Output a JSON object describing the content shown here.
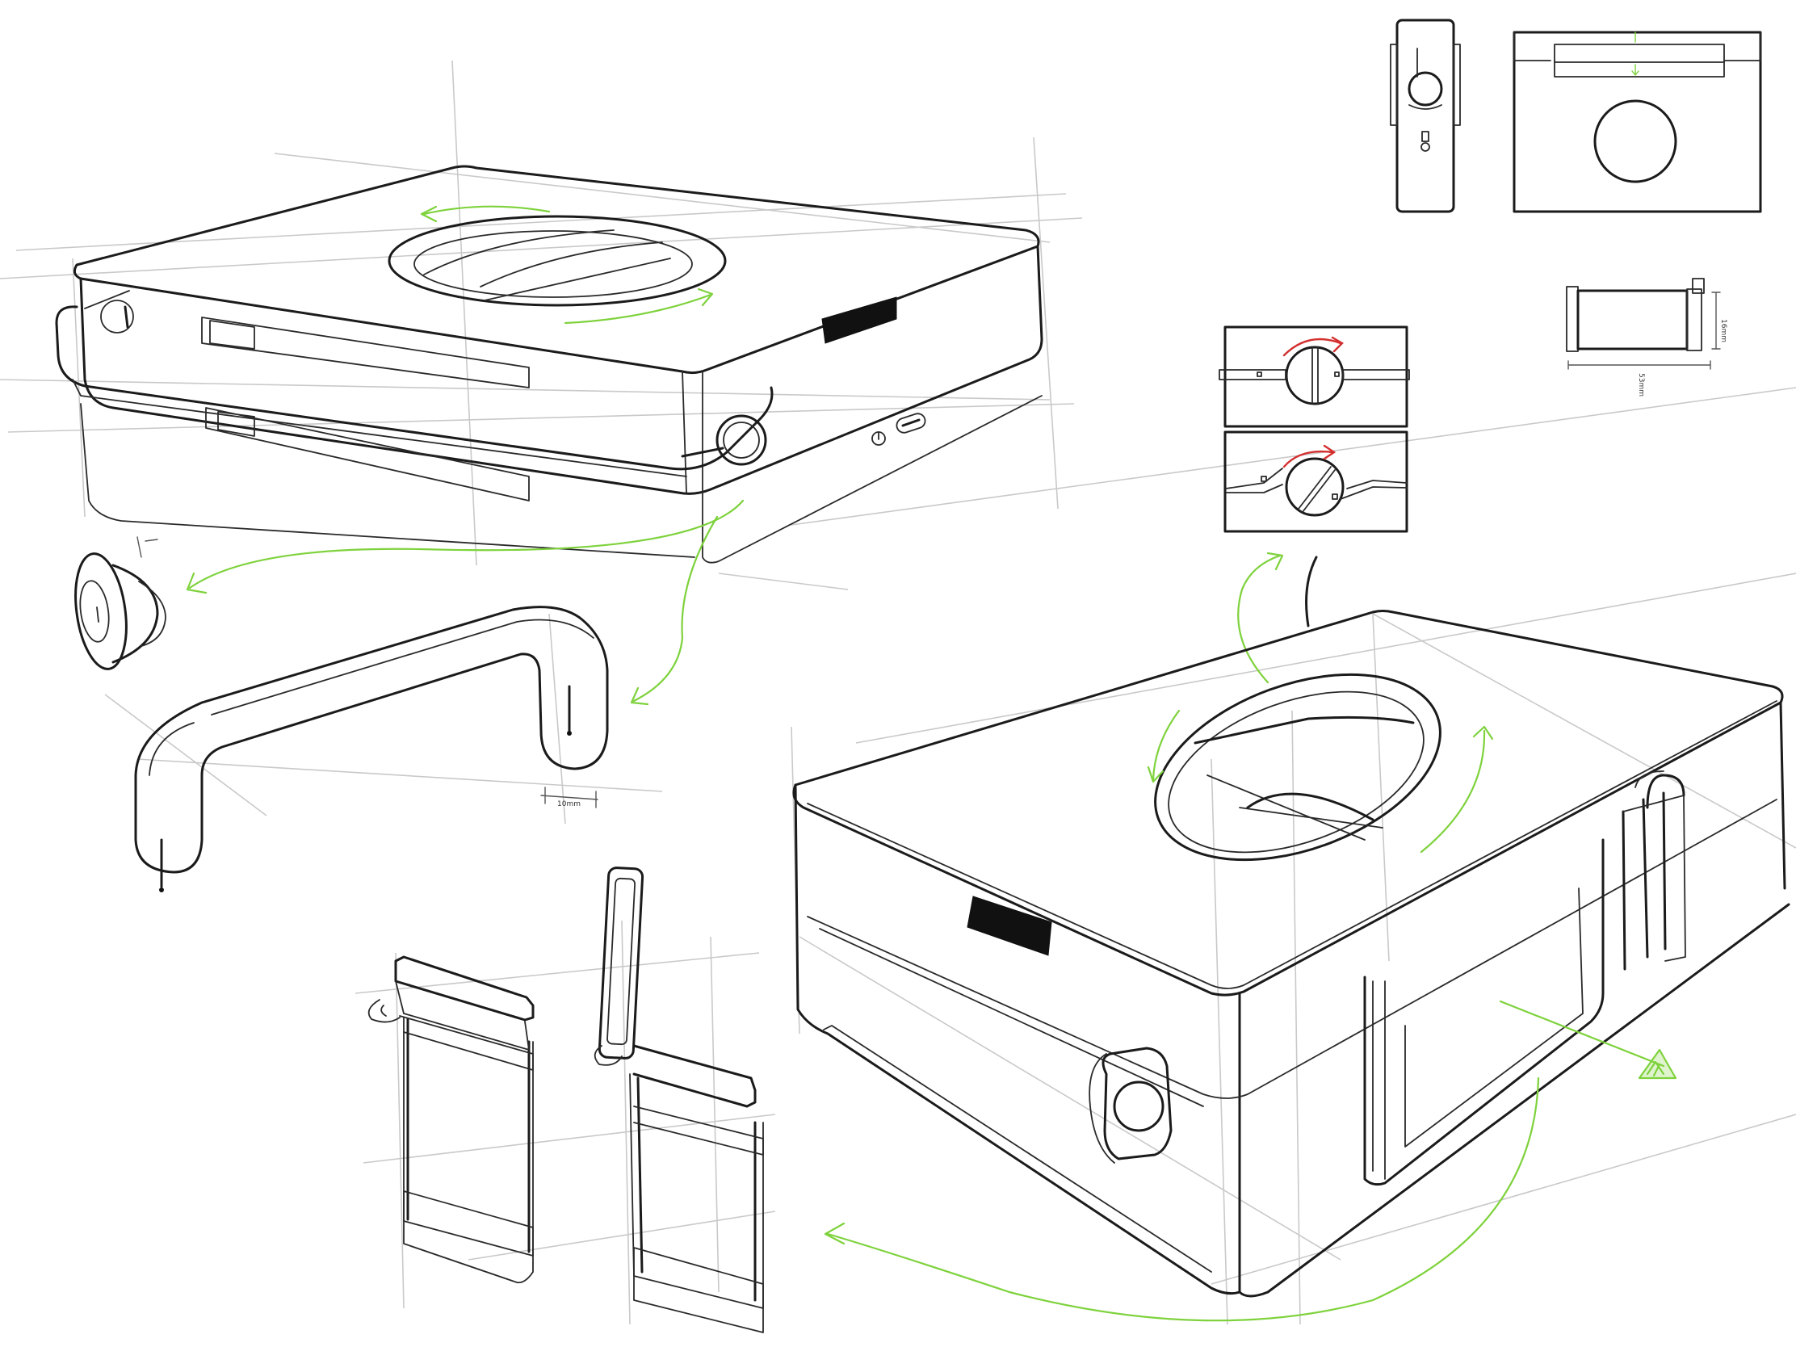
{
  "sheet": {
    "background": "#ffffff",
    "ink_color": "#1b1b1b",
    "construction_color": "#c9c9c9",
    "annotation_colors": {
      "motion_arrows": "#7ed23c",
      "rotation_arrows": "#d32f2f"
    }
  },
  "annotations": {
    "handle_width": "10mm",
    "end_cap_height": "16mm",
    "end_cap_length": "53mm"
  },
  "icons": {
    "power": "power-icon",
    "slider_switch": "slider-switch-icon"
  }
}
